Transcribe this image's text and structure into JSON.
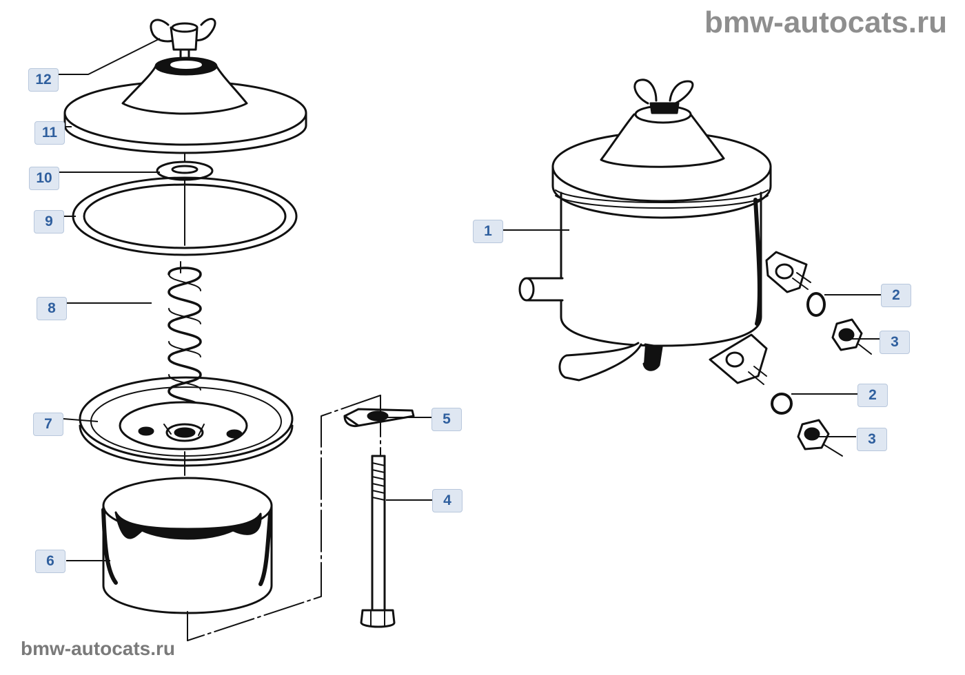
{
  "watermark": {
    "top": "bmw-autocats.ru",
    "bottom": "bmw-autocats.ru"
  },
  "callouts": [
    {
      "id": "c12",
      "label": "12",
      "part": "wing-nut"
    },
    {
      "id": "c11",
      "label": "11",
      "part": "cover"
    },
    {
      "id": "c10",
      "label": "10",
      "part": "washer"
    },
    {
      "id": "c9",
      "label": "9",
      "part": "gasket-ring"
    },
    {
      "id": "c8",
      "label": "8",
      "part": "spring"
    },
    {
      "id": "c7",
      "label": "7",
      "part": "spring-plate"
    },
    {
      "id": "c6",
      "label": "6",
      "part": "filter-element"
    },
    {
      "id": "c5",
      "label": "5",
      "part": "clip"
    },
    {
      "id": "c4",
      "label": "4",
      "part": "center-bolt"
    },
    {
      "id": "c1",
      "label": "1",
      "part": "reservoir"
    },
    {
      "id": "c2a",
      "label": "2",
      "part": "washer-upper"
    },
    {
      "id": "c3a",
      "label": "3",
      "part": "nut-upper"
    },
    {
      "id": "c2b",
      "label": "2",
      "part": "washer-lower"
    },
    {
      "id": "c3b",
      "label": "3",
      "part": "nut-lower"
    }
  ],
  "colors": {
    "line": "#111111",
    "callout_bg": "#dfe7f2",
    "callout_text": "#2f5f9e",
    "watermark": "#8e8e8e"
  }
}
